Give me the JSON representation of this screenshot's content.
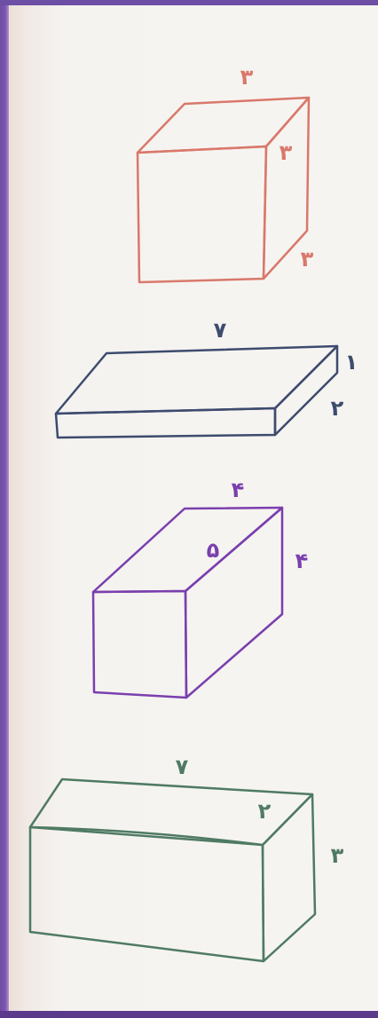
{
  "colors": {
    "cube": "#d9786b",
    "slab": "#3d4b6e",
    "prism": "#7a3fae",
    "box": "#4f7a63",
    "side_strip": "#6d4ea5"
  },
  "shapes": {
    "cube": {
      "top_label": "۳",
      "side_label": "۳",
      "depth_label": "۳"
    },
    "slab": {
      "length_label": "۷",
      "height_label": "۱",
      "depth_label": "۲"
    },
    "prism": {
      "top_label": "۴",
      "depth_label": "۵",
      "side_label": "۴"
    },
    "box": {
      "length_label": "۷",
      "depth_label": "۲",
      "height_label": "۳"
    }
  }
}
